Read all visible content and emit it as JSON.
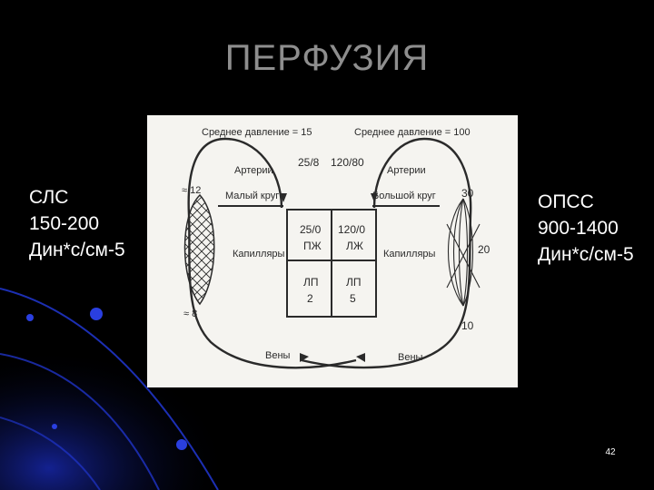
{
  "slide": {
    "title": "ПЕРФУЗИЯ",
    "page_number": "42",
    "left_text": [
      "СЛС",
      "150-200",
      "Дин*с/см-5"
    ],
    "right_text": [
      "ОПСС",
      "900-1400",
      "Дин*с/см-5"
    ]
  },
  "diagram": {
    "pulmonary": {
      "mean_pressure": "Среднее давление = 15",
      "arteries": "Артерии",
      "circle": "Малый круг",
      "capillaries": "Капилляры",
      "veins": "Вены",
      "arterial_pressure": "25/8",
      "pressure_upper": "≈ 12",
      "pressure_lower": "≈ 8"
    },
    "systemic": {
      "mean_pressure": "Среднее давление = 100",
      "arteries": "Артерии",
      "circle": "Большой круг",
      "capillaries": "Капилляры",
      "veins": "Вены",
      "arterial_pressure": "120/80",
      "pressure_upper": "30",
      "pressure_middle": "20",
      "pressure_lower": "10"
    },
    "heart": {
      "rv_pressure": "25/0",
      "rv": "ПЖ",
      "lv_pressure": "120/0",
      "lv": "ЛЖ",
      "ra": "ЛП",
      "ra_pressure": "2",
      "la": "ЛП",
      "la_pressure": "5"
    }
  },
  "colors": {
    "background": "#000000",
    "title": "#8e8e8e",
    "text": "#ffffff",
    "diagram_background": "#f5f4f0",
    "diagram_ink": "#2a2a2a",
    "decor": "#1a2cc0"
  }
}
